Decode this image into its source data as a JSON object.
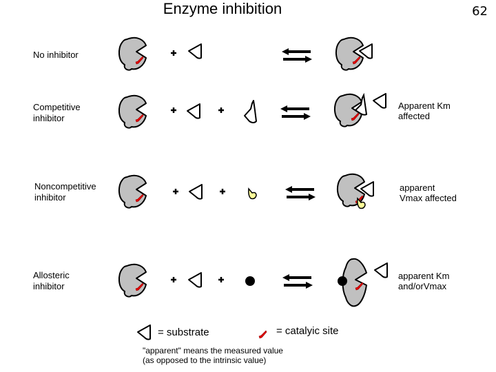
{
  "title": "Enzyme inhibition",
  "slide_number": "62",
  "rows": [
    {
      "id": "no-inhibitor",
      "label_lines": [
        "No inhibitor"
      ],
      "note_lines": []
    },
    {
      "id": "competitive",
      "label_lines": [
        "Competitive",
        "inhibitor"
      ],
      "note_lines": [
        "Apparent Km",
        "affected"
      ]
    },
    {
      "id": "noncompetitive",
      "label_lines": [
        "Noncompetitive",
        "inhibitor"
      ],
      "note_lines": [
        "apparent",
        "Vmax affected"
      ]
    },
    {
      "id": "allosteric",
      "label_lines": [
        "Allosteric",
        "inhibitor"
      ],
      "note_lines": [
        "apparent Km",
        "and/orVmax"
      ]
    }
  ],
  "legend": {
    "substrate_label": "= substrate",
    "catalytic_site_label": "= catalyic site"
  },
  "footnote": {
    "line1": "\"apparent\" means the measured value",
    "line2": "(as opposed to the intrinsic value)"
  },
  "colors": {
    "enzyme_fill": "#c0c0c0",
    "catalytic_site": "#e00000",
    "noncompetitive_inhibitor": "#ffff99",
    "outline": "#000000"
  }
}
